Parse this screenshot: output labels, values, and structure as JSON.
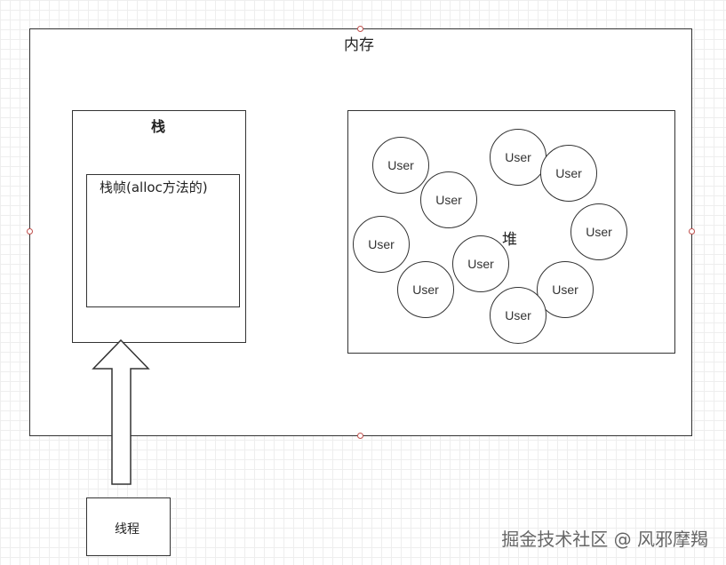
{
  "memory": {
    "label": "内存"
  },
  "stack": {
    "label": "栈",
    "frame_label": "栈帧(alloc方法的)"
  },
  "heap": {
    "label": "堆",
    "objects": [
      "User",
      "User",
      "User",
      "User",
      "User",
      "User",
      "User",
      "User",
      "User",
      "User"
    ]
  },
  "thread": {
    "label": "线程"
  },
  "watermark": "掘金技术社区 @ 风邪摩羯",
  "colors": {
    "stroke": "#333333",
    "handle": "#c0504d",
    "grid": "#eeeeee"
  }
}
